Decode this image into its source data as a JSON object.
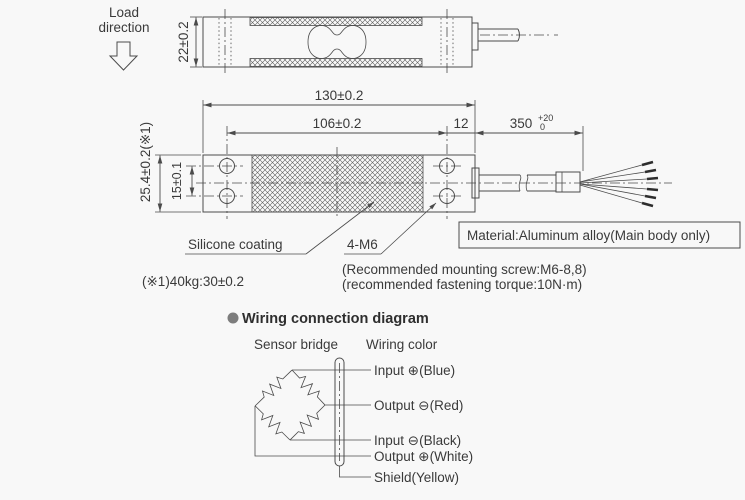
{
  "drawing": {
    "load_direction": {
      "line1": "Load",
      "line2": "direction"
    },
    "dims": {
      "d22": "22±0.2",
      "d130": "130±0.2",
      "d106": "106±0.2",
      "d12": "12",
      "d350": "350",
      "d350_tol_top": "+20",
      "d350_tol_bottom": "0",
      "d254": "25.4±0.2(※1)",
      "d15": "15±0.1"
    },
    "labels": {
      "silicone": "Silicone coating",
      "m6": "4-M6",
      "material": "Material:Aluminum alloy(Main body only)",
      "note1": "(※1)40kg:30±0.2",
      "note2": "(Recommended mounting screw:M6-8,8)",
      "note3": "(recommended fastening torque:10N·m)"
    },
    "wiring": {
      "heading": "Wiring connection diagram",
      "col1": "Sensor bridge",
      "col2": "Wiring color",
      "labels": [
        "Input ⊕(Blue)",
        "Output ⊖(Red)",
        "Input ⊖(Black)",
        "Output ⊕(White)",
        "Shield(Yellow)"
      ]
    },
    "colors": {
      "line": "#4b4b4b",
      "text": "#3a3a3a",
      "background": "#f8f8f8",
      "bullet": "#7d7d7d"
    }
  }
}
